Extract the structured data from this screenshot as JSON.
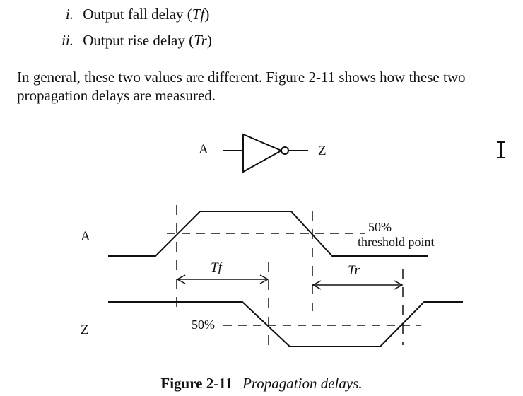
{
  "list": [
    {
      "marker": "i.",
      "text_before": "Output fall delay (",
      "symbol": "Tf",
      "text_after": ")"
    },
    {
      "marker": "ii.",
      "text_before": "Output rise delay (",
      "symbol": "Tr",
      "text_after": ")"
    }
  ],
  "paragraph": "In general, these two values are different. Figure 2-11 shows how these two propagation delays are measured.",
  "figure": {
    "gate_input": "A",
    "gate_output": "Z",
    "wave_a_label": "A",
    "wave_z_label": "Z",
    "threshold_pct": "50%",
    "threshold_text": "threshold point",
    "z_threshold_pct": "50%",
    "tf_label": "Tf",
    "tr_label": "Tr"
  },
  "caption": {
    "number": "Figure 2-11",
    "title": "Propagation delays."
  }
}
